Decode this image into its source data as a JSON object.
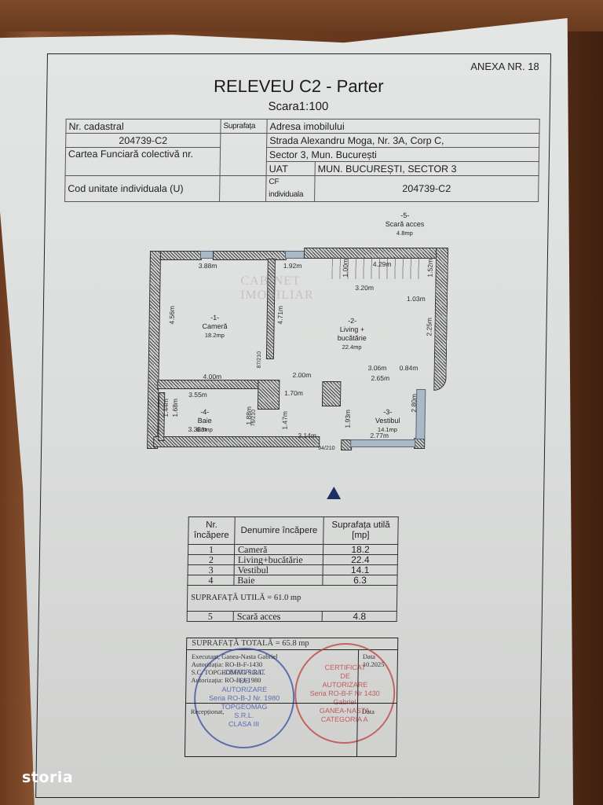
{
  "document": {
    "annex": "ANEXA NR. 18",
    "title": "RELEVEU C2 - Parter",
    "scale": "Scara1:100"
  },
  "info_table": {
    "nr_cadastral_label": "Nr. cadastral",
    "nr_cadastral_value": "204739-C2",
    "suprafata_label": "Suprafața",
    "adresa_label": "Adresa imobilului",
    "adresa_line1": "Strada Alexandru Moga, Nr. 3A, Corp C,",
    "adresa_line2": "Sector 3, Mun. București",
    "carte_funciara_label": "Cartea Funciară colectivă nr.",
    "uat_label": "UAT",
    "uat_value": "MUN. BUCUREȘTI, SECTOR 3",
    "cod_unitate_label": "Cod unitate individuala (U)",
    "cf_individuala_label": "CF individuala",
    "cf_individuala_value": "204739-C2"
  },
  "floor_plan": {
    "rooms": [
      {
        "nr": "-1-",
        "name": "Cameră",
        "area": "18.2mp"
      },
      {
        "nr": "-2-",
        "name_line1": "Living +",
        "name_line2": "bucătărie",
        "area": "22.4mp"
      },
      {
        "nr": "-3-",
        "name": "Vestibul",
        "area": "14.1mp"
      },
      {
        "nr": "-4-",
        "name": "Baie",
        "area": "6.3mp"
      },
      {
        "nr": "-5-",
        "name": "Scară acces",
        "area": "4.8mp"
      }
    ],
    "dimensions": {
      "camera_top": "3.88m",
      "camera_left": "4.56m",
      "camera_bottom": "4.00m",
      "camera_right": "4.71m",
      "living_top": "1.92m",
      "stair_length": "4.29m",
      "stair_width": "1.00m",
      "stair_base": "3.20m",
      "stair_side": "1.52m",
      "stair_landing": "1.03m",
      "living_right": "2.25m",
      "living_bottom_a": "2.00m",
      "living_bottom_b": "3.06m",
      "living_bottom_c": "0.84m",
      "vestibul_top": "2.65m",
      "vestibul_right": "2.80m",
      "vestibul_bottom": "2.77m",
      "vestibul_inner": "1.93m",
      "hall_top": "1.70m",
      "hall_side": "1.47m",
      "hall_bottom": "3.14m",
      "baie_top": "3.55m",
      "baie_bottom": "3.38m",
      "baie_left_a": "1.44m",
      "baie_left_b": "1.68m",
      "baie_right": "1.88m"
    },
    "doors": {
      "camera": "87/210",
      "baie": "76/210",
      "entrance": "94/210"
    },
    "watermark_line1": "CABINET",
    "watermark_line2": "IMOBILIAR"
  },
  "rooms_table": {
    "headers": {
      "nr": "Nr. încăpere",
      "denumire": "Denumire încăpere",
      "suprafata": "Suprafața utilă [mp]"
    },
    "rows": [
      {
        "nr": "1",
        "name": "Cameră",
        "area": "18.2"
      },
      {
        "nr": "2",
        "name": "Living+bucătărie",
        "area": "22.4"
      },
      {
        "nr": "3",
        "name": "Vestibul",
        "area": "14.1"
      },
      {
        "nr": "4",
        "name": "Baie",
        "area": "6.3"
      }
    ],
    "suprafata_utila": "SUPRAFAȚĂ UTILĂ = 61.0 mp",
    "extra_row": {
      "nr": "5",
      "name": "Scară acces",
      "area": "4.8"
    },
    "suprafata_totala": "SUPRAFAȚĂ TOTALĂ = 65.8 mp"
  },
  "signatures": {
    "executant": "Executant, Ganea-Nasta Gabriel",
    "autorizatia_1": "Autorizația: RO-B-F-1430",
    "firma": "S.C. TOPGEOMAG S.R.L.",
    "autorizatia_2": "Autorizația: RO-B-J-1980",
    "data_label": "Data",
    "data_value": "10.2025",
    "receptionat": "Recepționat,",
    "data_label_2": "Data",
    "stamp_blue": {
      "line1": "CERTIFICAT",
      "line2": "DE",
      "line3": "AUTORIZARE",
      "line4": "Seria RO-B-J Nr. 1980",
      "line5": "TOPGEOMAG",
      "line6": "S.R.L.",
      "line7": "CLASA III"
    },
    "stamp_red": {
      "line1": "CERTIFICAT",
      "line2": "DE",
      "line3": "AUTORIZARE",
      "line4": "Seria RO-B-F Nr 1430",
      "line5": "Gabriel",
      "line6": "GANEA-NASTA",
      "line7": "CATEGORIA A"
    }
  },
  "watermark_brand": "storia"
}
